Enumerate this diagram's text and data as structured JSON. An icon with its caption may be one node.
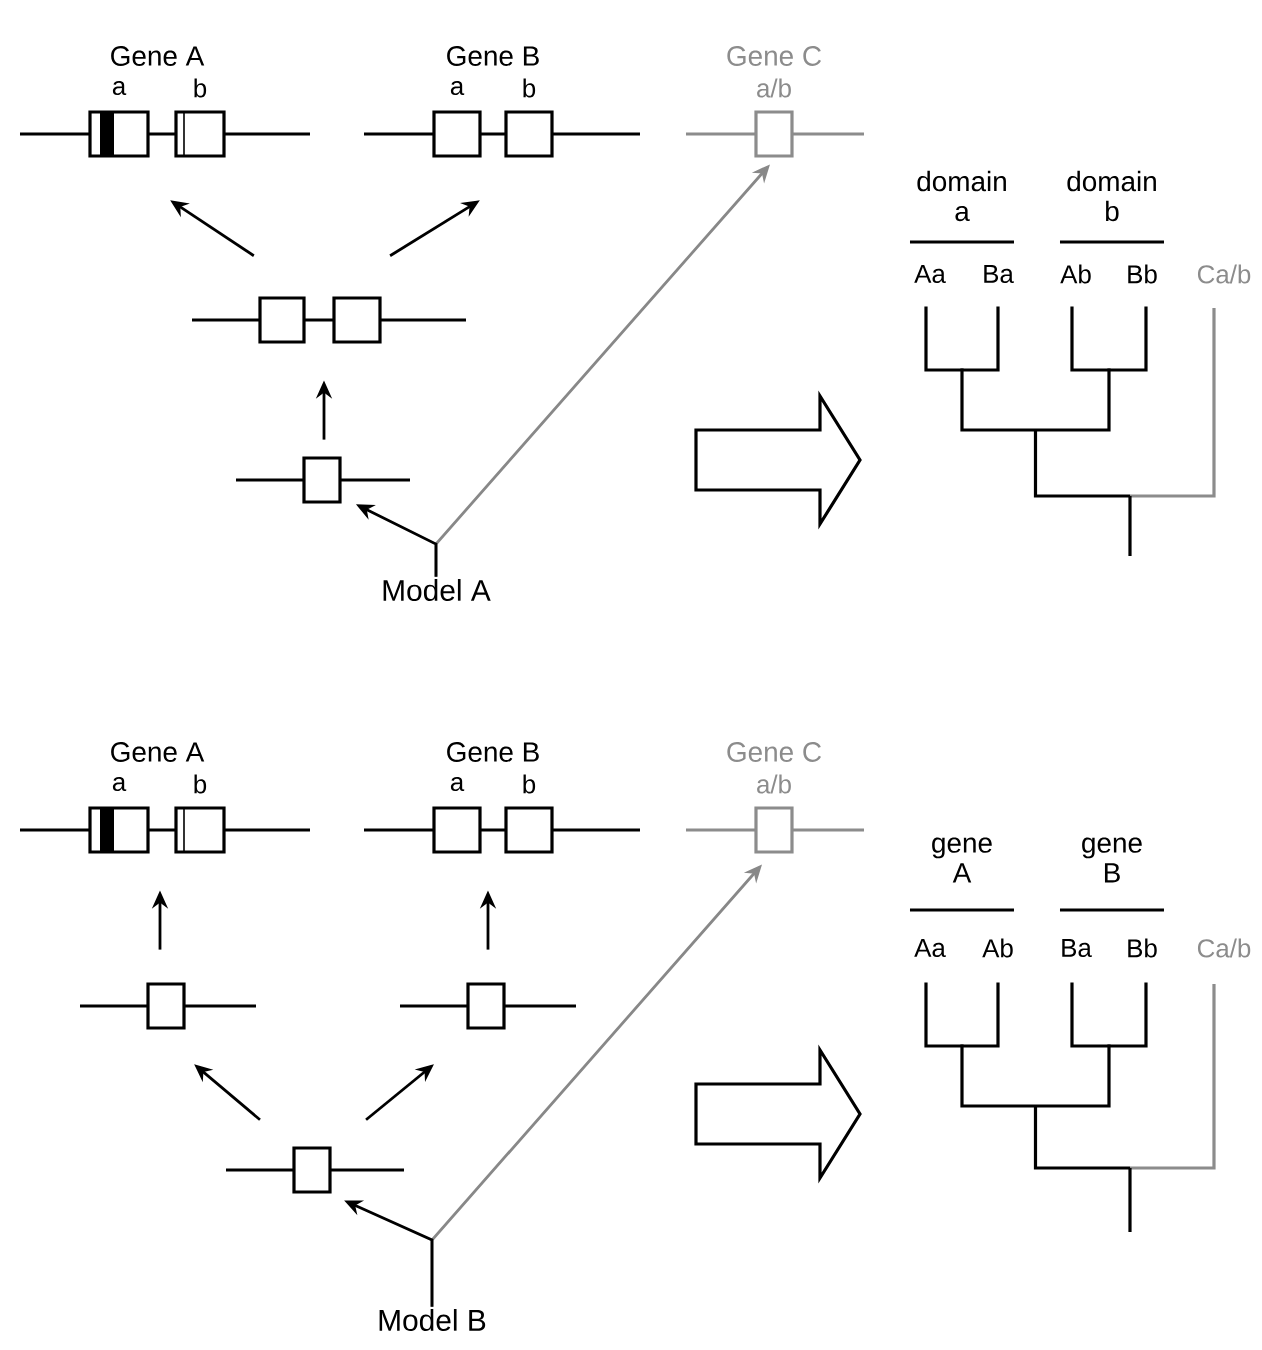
{
  "diagram": {
    "nodes": [
      {
        "text": [
          "Gene A",
          "a",
          "b"
        ]
      },
      {
        "text": [
          "Gene B",
          "a",
          "b"
        ]
      },
      {
        "text": [
          "Gene C",
          "a/b"
        ]
      },
      {
        "text": [],
        "shape": "box"
      },
      {
        "text": [],
        "shape": "box"
      },
      {
        "text": [
          "Model A"
        ]
      },
      {
        "text": [
          "Gene A",
          "a",
          "b"
        ]
      },
      {
        "text": [
          "Gene B",
          "a",
          "b"
        ]
      },
      {
        "text": [
          "Gene C",
          "a/b"
        ]
      },
      {
        "text": [],
        "shape": "box"
      },
      {
        "text": [],
        "shape": "box"
      },
      {
        "text": [],
        "shape": "box"
      },
      {
        "text": [
          "Model B"
        ]
      }
    ],
    "edges": [
      {
        "from": 5,
        "to": 2,
        "arrow": "to",
        "color": "#888888"
      },
      {
        "from": 5,
        "to": 4,
        "arrow": "to"
      },
      {
        "from": 4,
        "to": 3,
        "arrow": "to"
      },
      {
        "from": 3,
        "to": 0,
        "arrow": "to"
      },
      {
        "from": 3,
        "to": 1,
        "arrow": "to"
      },
      {
        "from": 12,
        "to": 8,
        "arrow": "to",
        "color": "#888888"
      },
      {
        "from": 12,
        "to": 11,
        "arrow": "to"
      },
      {
        "from": 11,
        "to": 9,
        "arrow": "to"
      },
      {
        "from": 11,
        "to": 10,
        "arrow": "to"
      },
      {
        "from": 9,
        "to": 6,
        "arrow": "to"
      },
      {
        "from": 10,
        "to": 7,
        "arrow": "to"
      }
    ],
    "labels": [
      "domain a",
      "domain b",
      "Aa",
      "Ba",
      "Ab",
      "Bb",
      "Ca/b",
      "gene A",
      "gene B",
      "Aa",
      "Ab",
      "Ba",
      "Bb",
      "Ca/b"
    ]
  }
}
